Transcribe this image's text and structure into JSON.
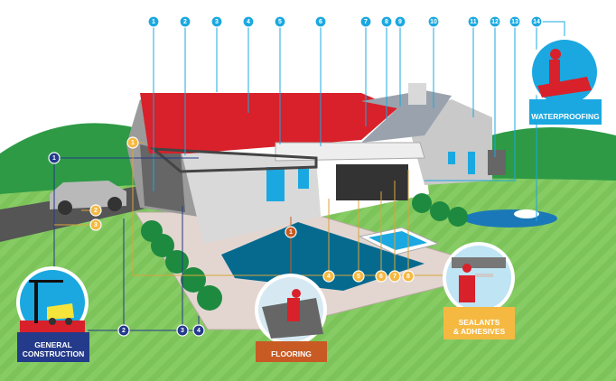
{
  "colors": {
    "waterproofing": "#1ba8e0",
    "general_construction": "#243a8a",
    "flooring": "#c85a23",
    "sealants": "#f5b942",
    "lawn": "#7cc45a",
    "roof": "#d8212a"
  },
  "categories": {
    "waterproofing": {
      "label": "WATERPROOFING",
      "icon": "roofer-torch-icon",
      "markers": [
        "1",
        "2",
        "3",
        "4",
        "5",
        "6",
        "7",
        "8",
        "9",
        "10",
        "11",
        "12",
        "13",
        "14"
      ]
    },
    "general_construction": {
      "label_line1": "GENERAL",
      "label_line2": "CONSTRUCTION",
      "icon": "crane-truck-icon",
      "markers": [
        "1",
        "2",
        "3",
        "4"
      ]
    },
    "flooring": {
      "label": "FLOORING",
      "icon": "floor-worker-icon",
      "markers": [
        "1"
      ]
    },
    "sealants": {
      "label_line1": "SEALANTS",
      "label_line2": "& ADHESIVES",
      "icon": "sealant-gun-worker-icon",
      "markers": [
        "1",
        "2",
        "3",
        "4",
        "5",
        "6",
        "7",
        "8"
      ]
    }
  }
}
